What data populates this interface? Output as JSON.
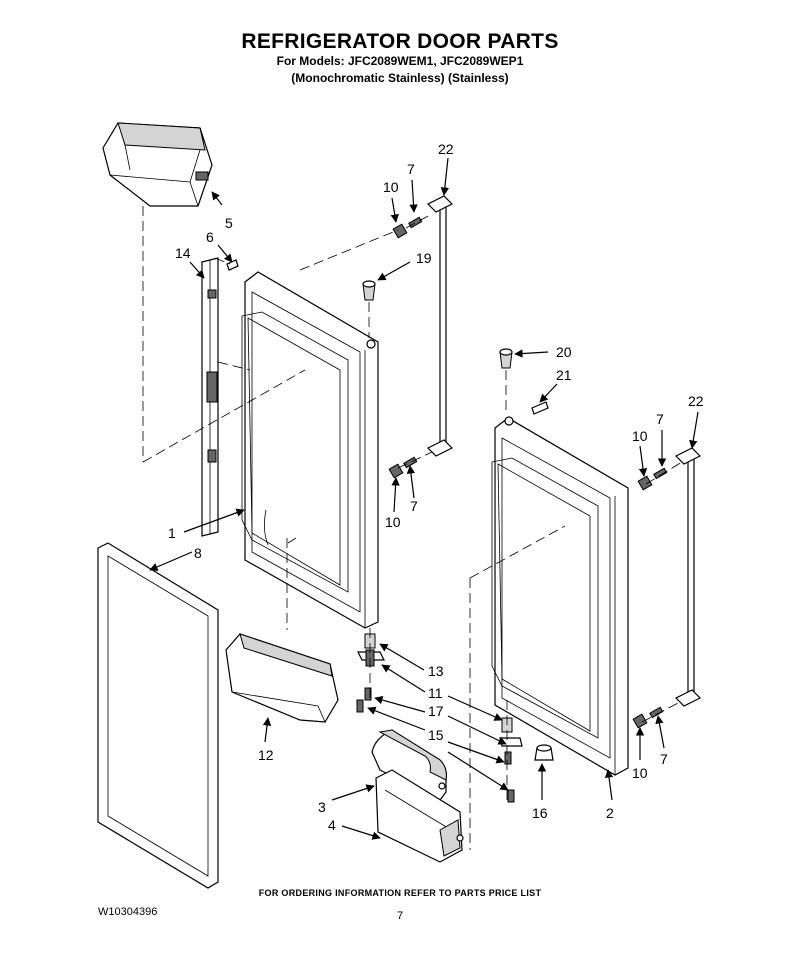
{
  "header": {
    "title": "REFRIGERATOR DOOR PARTS",
    "models_line": "For Models: JFC2089WEM1, JFC2089WEP1",
    "finish_line": "(Monochromatic Stainless)  (Stainless)"
  },
  "footer": {
    "ordering_note": "FOR ORDERING INFORMATION REFER TO PARTS PRICE LIST",
    "document_number": "W10304396",
    "page_number": "7"
  },
  "callouts": {
    "c1": "1",
    "c2": "2",
    "c3": "3",
    "c4": "4",
    "c5": "5",
    "c6": "6",
    "c7a": "7",
    "c7b": "7",
    "c7c": "7",
    "c7d": "7",
    "c8": "8",
    "c10a": "10",
    "c10b": "10",
    "c10c": "10",
    "c10d": "10",
    "c11": "11",
    "c12": "12",
    "c13": "13",
    "c14": "14",
    "c15": "15",
    "c16": "16",
    "c17": "17",
    "c19": "19",
    "c20": "20",
    "c21": "21",
    "c22a": "22",
    "c22b": "22"
  }
}
